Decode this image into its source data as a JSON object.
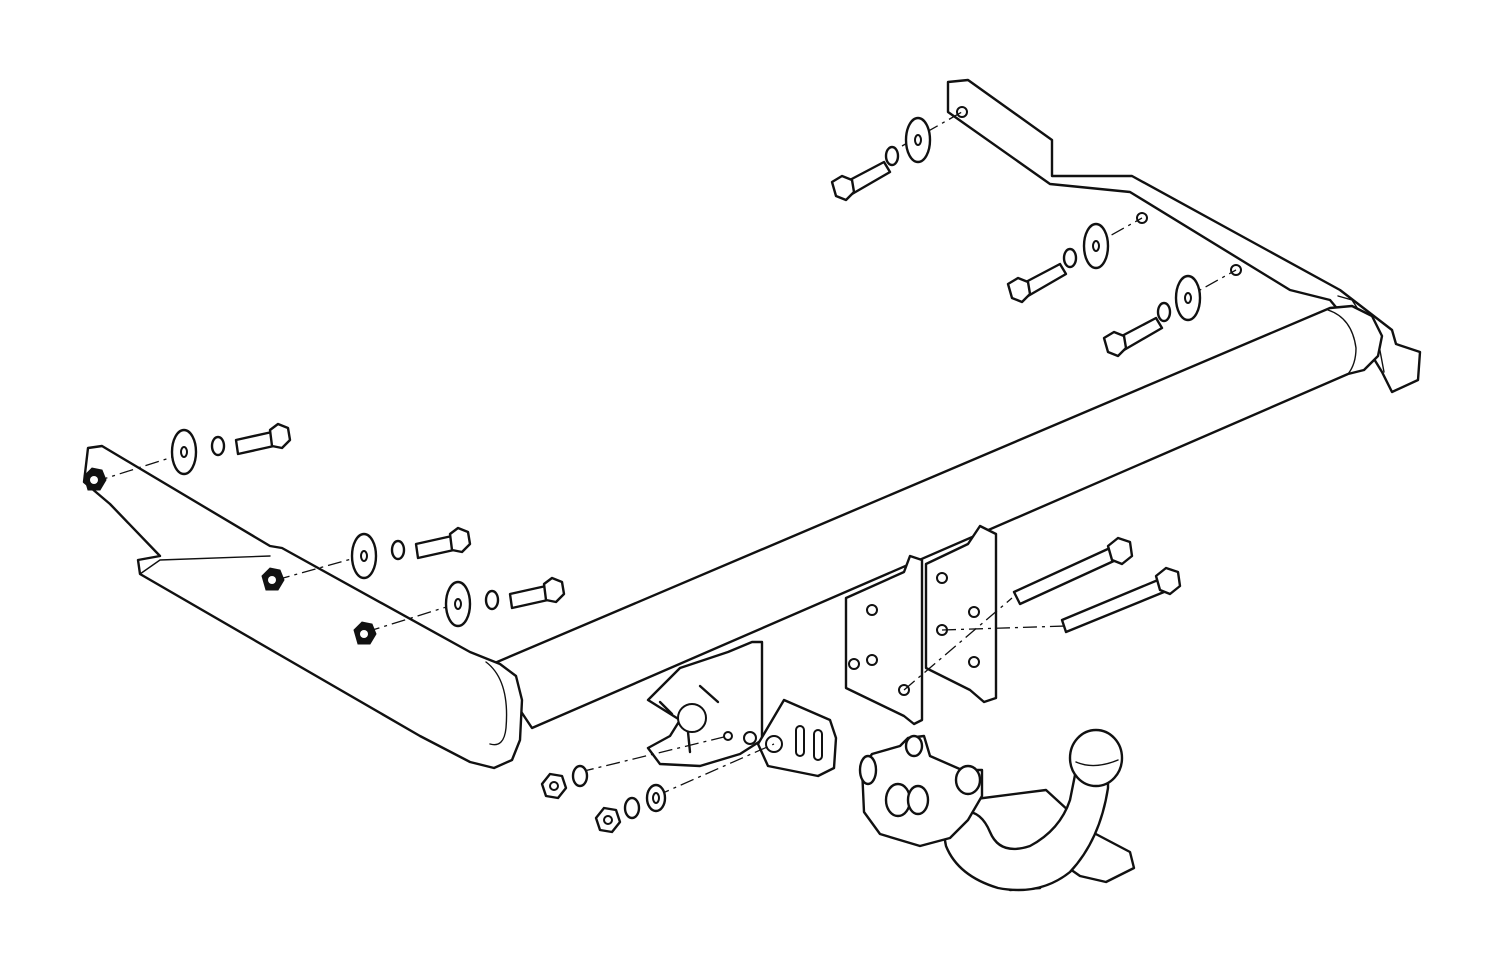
{
  "diagram": {
    "type": "exploded-assembly",
    "background_color": "#ffffff",
    "line_color": "#111111",
    "parts": [
      "crossbar",
      "left-side-bracket",
      "right-side-bracket",
      "center-mount-plate",
      "socket-plate",
      "tow-ball-neck",
      "bolt",
      "washer",
      "spring-washer",
      "nut"
    ]
  }
}
